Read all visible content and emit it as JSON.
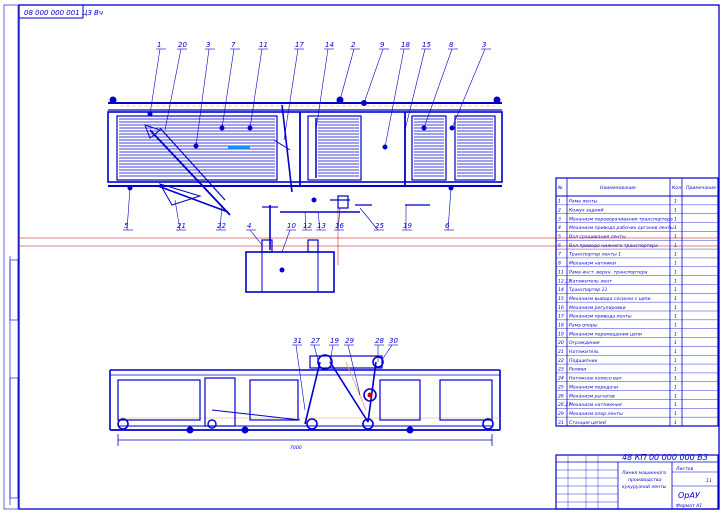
{
  "stamp_code": "08 000 000 001 ЦЗ Вч",
  "top_callouts": [
    "1",
    "20",
    "3",
    "7",
    "11",
    "17",
    "14",
    "2",
    "9",
    "18",
    "15",
    "8",
    "3"
  ],
  "left_callouts": [
    "5",
    "21",
    "22",
    "4",
    "10",
    "12",
    "13",
    "16",
    "25",
    "19",
    "6"
  ],
  "bottom_callouts": [
    "31",
    "27",
    "19",
    "29",
    "28",
    "30"
  ],
  "dimension_label": "7000",
  "spec_table": {
    "headers": [
      "№",
      "Наименование",
      "Кол.",
      "Примечание"
    ],
    "rows": [
      [
        "1",
        "Рама ленты",
        "1",
        ""
      ],
      [
        "2",
        "Кожух задний",
        "1",
        ""
      ],
      [
        "3",
        "Механизм переворачивания транспортера",
        "1",
        ""
      ],
      [
        "4",
        "Механизм привода рабочих органов ленты",
        "1",
        ""
      ],
      [
        "5",
        "Вал сращивания ленты",
        "1",
        ""
      ],
      [
        "6",
        "Вал привода нижнего транспортера",
        "1",
        ""
      ],
      [
        "7",
        "Транспортер ленты 1",
        "1",
        ""
      ],
      [
        "8",
        "Механизм натяжки",
        "1",
        ""
      ],
      [
        "11",
        "Рама инст. верхн. транспортера",
        "1",
        ""
      ],
      [
        "12,13",
        "Натяжитель лент",
        "1",
        ""
      ],
      [
        "14",
        "Транспортер 11",
        "1",
        ""
      ],
      [
        "15",
        "Механизм вывода сосиски с цепи",
        "1",
        ""
      ],
      [
        "16",
        "Механизм регулировки",
        "1",
        ""
      ],
      [
        "17",
        "Механизм привода ленты",
        "1",
        ""
      ],
      [
        "18",
        "Рама опоры",
        "1",
        ""
      ],
      [
        "19",
        "Механизм перемещения цепи",
        "1",
        ""
      ],
      [
        "20",
        "Ограждение",
        "1",
        ""
      ],
      [
        "21",
        "Натяжитель",
        "1",
        ""
      ],
      [
        "22",
        "Подшипник",
        "1",
        ""
      ],
      [
        "23",
        "Ролики",
        "1",
        ""
      ],
      [
        "24",
        "Натяжное колесо вал",
        "1",
        ""
      ],
      [
        "25",
        "Механизм передачи",
        "1",
        ""
      ],
      [
        "26",
        "Механизм рычагов",
        "1",
        ""
      ],
      [
        "26,27",
        "Механизм натяжения",
        "1",
        ""
      ],
      [
        "29",
        "Механизм опор ленты",
        "1",
        ""
      ],
      [
        "31",
        "Станция цепей",
        "1",
        ""
      ]
    ]
  },
  "title_block": {
    "designation": "48 КП 00 000 000 ВЗ",
    "name_line1": "Линия машинного",
    "name_line2": "производства",
    "name_line3": "кукурузной ленты",
    "org": "ОрАУ",
    "sheet_label": "Листов",
    "sheets": "11",
    "format": "Формат  А1"
  },
  "colors": {
    "line": "#0000cc",
    "center": "#cc0000",
    "accent": "#1a8cff",
    "hatch": "#e8a070"
  }
}
